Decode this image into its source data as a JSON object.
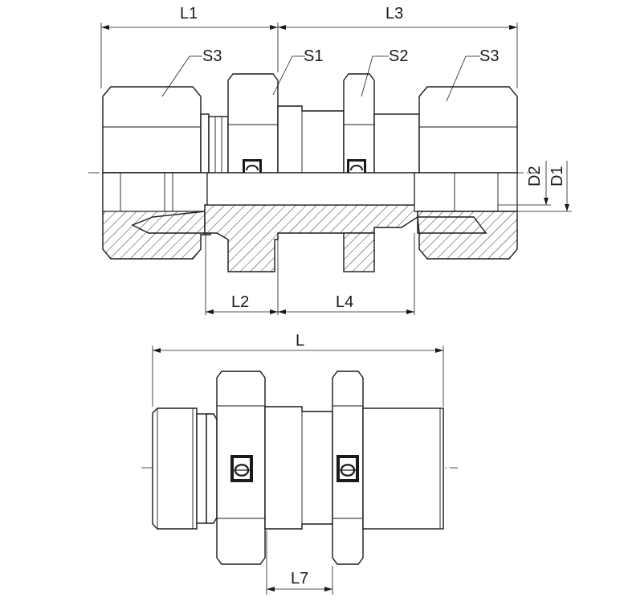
{
  "labels": {
    "L1": "L1",
    "L3": "L3",
    "S3_left": "S3",
    "S1": "S1",
    "S2": "S2",
    "S3_right": "S3",
    "D2": "D2",
    "D1": "D1",
    "L2": "L2",
    "L4": "L4",
    "L": "L",
    "L7": "L7"
  }
}
